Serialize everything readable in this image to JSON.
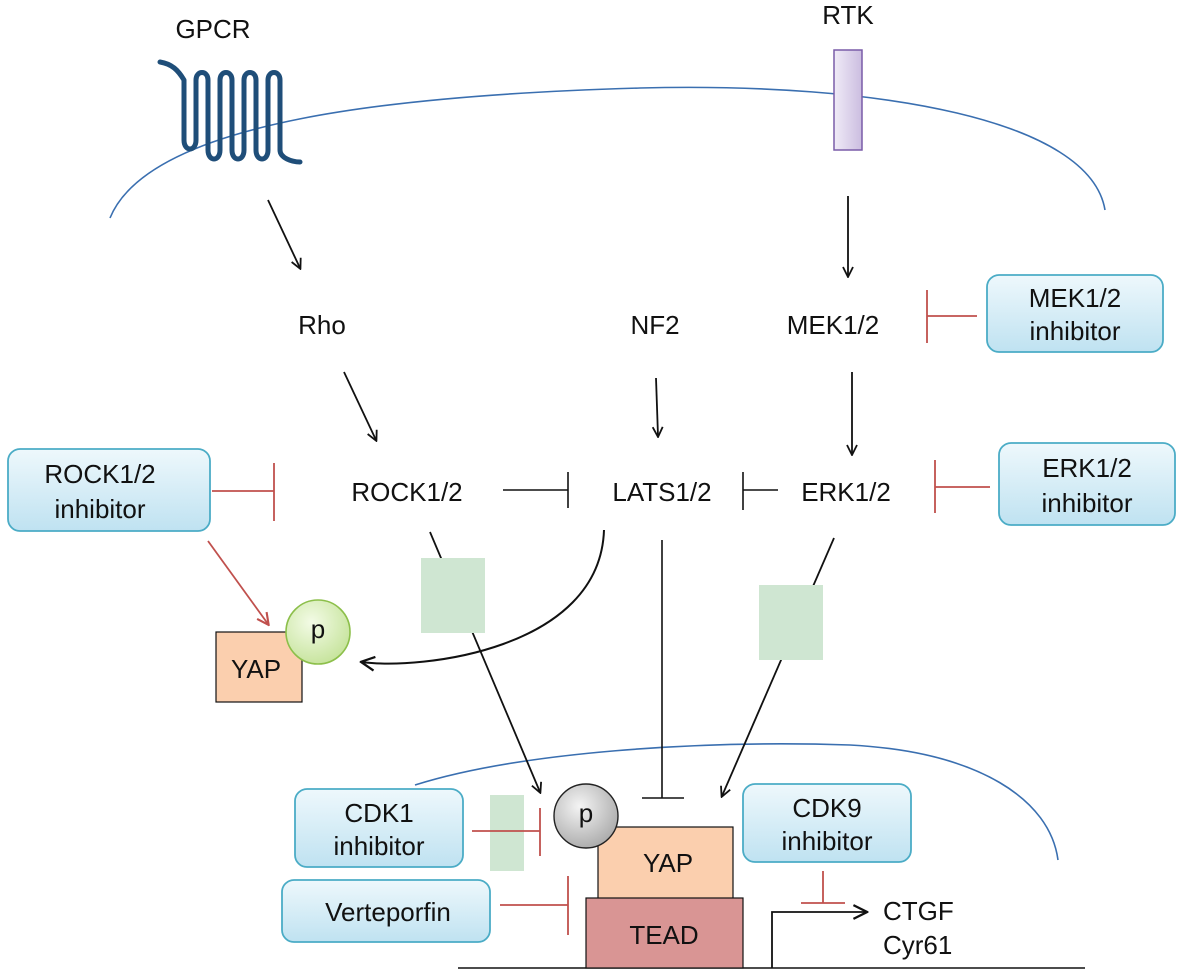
{
  "receptors": {
    "gpcr": "GPCR",
    "rtk": "RTK"
  },
  "nodes": {
    "rho": "Rho",
    "nf2": "NF2",
    "mek": "MEK1/2",
    "rock": "ROCK1/2",
    "lats": "LATS1/2",
    "erk": "ERK1/2",
    "yap_cyto": "YAP",
    "p_cyto": "p",
    "p_nuc": "p",
    "yap_nuc": "YAP",
    "tead": "TEAD"
  },
  "inhibitors": {
    "mek": [
      "MEK1/2",
      "inhibitor"
    ],
    "erk": [
      "ERK1/2",
      "inhibitor"
    ],
    "rock": [
      "ROCK1/2",
      "inhibitor"
    ],
    "cdk1": [
      "CDK1",
      "inhibitor"
    ],
    "cdk9": [
      "CDK9",
      "inhibitor"
    ],
    "verteporfin": "Verteporfin"
  },
  "genes": [
    "CTGF",
    "Cyr61"
  ],
  "colors": {
    "membrane": "#3a6fb0",
    "gpcr": "#1f4e79",
    "rtk_fill": "#e4dbf0",
    "rtk_stroke": "#7a5ca8",
    "inhibition_red": "#c0504d",
    "inhibitor_box_fill": "#d7edf7",
    "inhibitor_box_stroke": "#4bacc6",
    "green_block": "#cfe6d2",
    "yap_fill": "#fbcfae",
    "tead_fill": "#d99594",
    "phospho_cyto": "#d6edb0",
    "phospho_nuc": "#cccccc"
  }
}
